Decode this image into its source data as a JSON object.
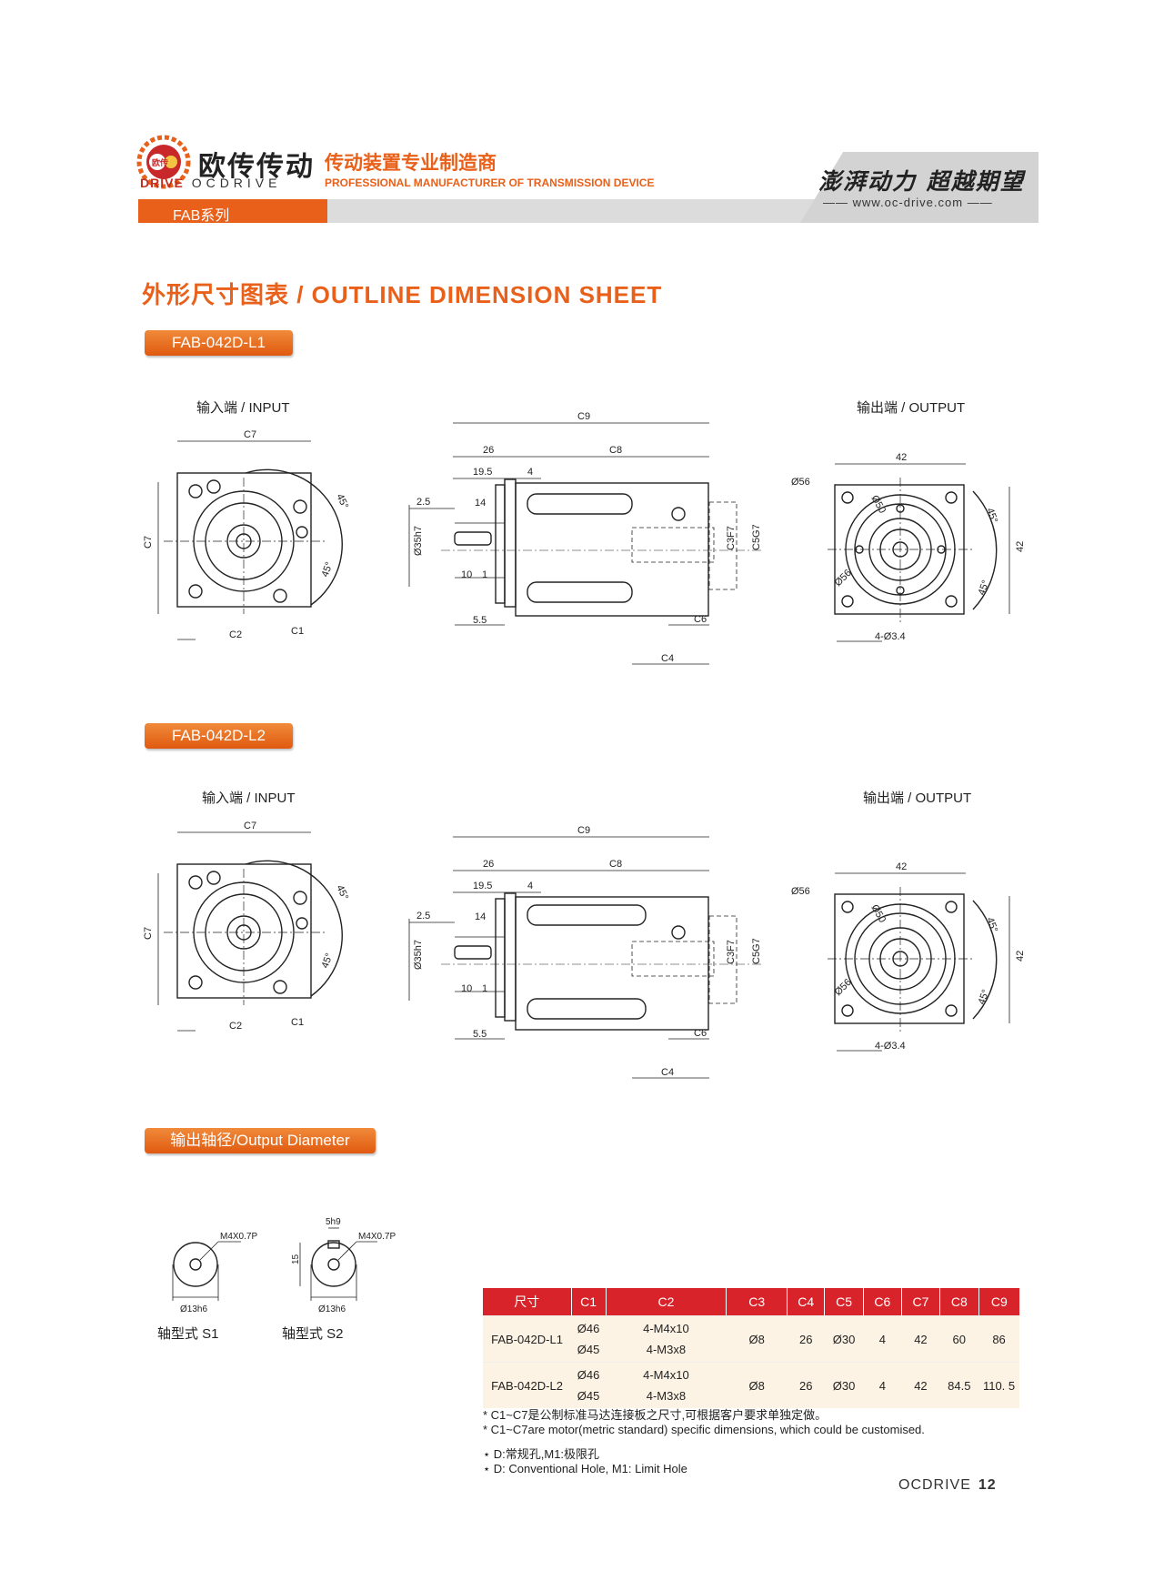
{
  "header": {
    "logo_mark": "欧传",
    "brand_cn": "欧传传动",
    "brand_en_left": "DRIVE",
    "brand_en_right": "OCDRIVE",
    "tagline_cn": "传动装置专业制造商",
    "tagline_en": "PROFESSIONAL MANUFACTURER OF TRANSMISSION DEVICE",
    "series": "FAB系列",
    "slogan": "澎湃动力 超越期望",
    "website": "—— www.oc-drive.com ——"
  },
  "section_title": "外形尺寸图表 / OUTLINE DIMENSION SHEET",
  "models": [
    {
      "name": "FAB-042D-L1",
      "input_caption": "输入端 / INPUT",
      "output_caption": "输出端 / OUTPUT"
    },
    {
      "name": "FAB-042D-L2",
      "input_caption": "输入端 / INPUT",
      "output_caption": "输出端 / OUTPUT"
    }
  ],
  "dims": {
    "c1": "C1",
    "c2": "C2",
    "c3": "C3F7",
    "c4": "C4",
    "c5": "C5G7",
    "c6": "C6",
    "c7": "C7",
    "c8": "C8",
    "c9": "C9",
    "d26": "26",
    "d195": "19.5",
    "d4": "4",
    "d25": "2.5",
    "d14": "14",
    "d10": "10",
    "d1": "1",
    "d55": "5.5",
    "d35": "Ø35h7",
    "d42": "42",
    "d56": "Ø56",
    "d50": "Ø50",
    "deg45": "45°",
    "holes": "4-Ø3.4"
  },
  "output_diameter": {
    "title": "输出轴径/Output Diameter",
    "s1_label": "轴型式 S1",
    "s2_label": "轴型式 S2",
    "thread": "M4X0.7P",
    "shaft": "Ø13h6",
    "key": "5h9",
    "height": "15"
  },
  "table": {
    "headers": [
      "尺寸",
      "C1",
      "C2",
      "C3",
      "C4",
      "C5",
      "C6",
      "C7",
      "C8",
      "C9"
    ],
    "rows": [
      {
        "model": "FAB-042D-L1",
        "c1a": "Ø46",
        "c1b": "Ø45",
        "c2a": "4-M4x10",
        "c2b": "4-M3x8",
        "c3": "Ø8",
        "c4": "26",
        "c5": "Ø30",
        "c6": "4",
        "c7": "42",
        "c8": "60",
        "c9": "86"
      },
      {
        "model": "FAB-042D-L2",
        "c1a": "Ø46",
        "c1b": "Ø45",
        "c2a": "4-M4x10",
        "c2b": "4-M3x8",
        "c3": "Ø8",
        "c4": "26",
        "c5": "Ø30",
        "c6": "4",
        "c7": "42",
        "c8": "84.5",
        "c9": "110. 5"
      }
    ]
  },
  "notes": [
    "* C1~C7是公制标准马达连接板之尺寸,可根据客户要求单独定做。",
    "* C1~C7are motor(metric standard)  specific dimensions, which could be customised.",
    "⋆ D:常规孔,M1:极限孔",
    "⋆ D: Conventional Hole, M1: Limit Hole"
  ],
  "footer": {
    "brand": "OCDRIVE",
    "page": "12"
  }
}
